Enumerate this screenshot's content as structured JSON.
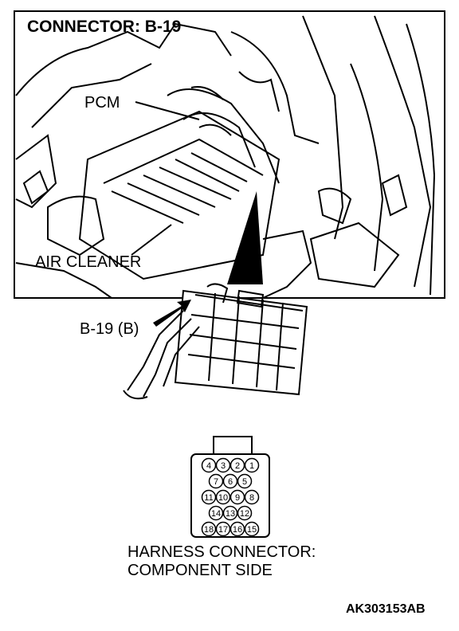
{
  "title": "CONNECTOR: B-19",
  "labels": {
    "pcm": "PCM",
    "air_cleaner": "AIR CLEANER",
    "connector_ref": "B-19 (B)"
  },
  "connector": {
    "caption_line1": "HARNESS CONNECTOR:",
    "caption_line2": "COMPONENT SIDE",
    "pin_rows": [
      [
        "4",
        "3",
        "2",
        "1"
      ],
      [
        "7",
        "6",
        "5"
      ],
      [
        "11",
        "10",
        "9",
        "8"
      ],
      [
        "14",
        "13",
        "12"
      ],
      [
        "18",
        "17",
        "16",
        "15"
      ]
    ]
  },
  "figure_code": "AK303153AB"
}
